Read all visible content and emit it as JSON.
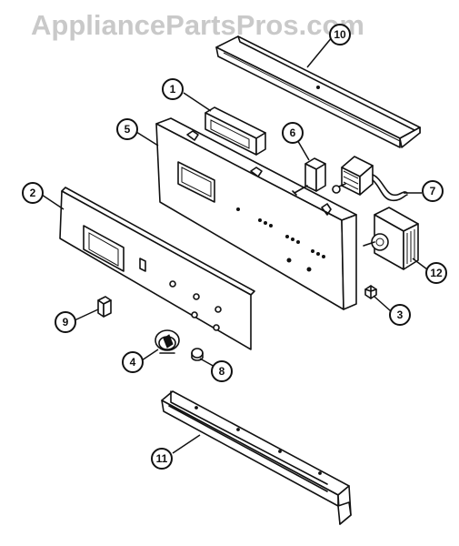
{
  "watermark": "AppliancePartsPros.com",
  "callouts": [
    {
      "id": "1",
      "label": "1"
    },
    {
      "id": "2",
      "label": "2"
    },
    {
      "id": "3",
      "label": "3"
    },
    {
      "id": "4",
      "label": "4"
    },
    {
      "id": "5",
      "label": "5"
    },
    {
      "id": "6",
      "label": "6"
    },
    {
      "id": "7",
      "label": "7"
    },
    {
      "id": "8",
      "label": "8"
    },
    {
      "id": "9",
      "label": "9"
    },
    {
      "id": "10",
      "label": "10"
    },
    {
      "id": "11",
      "label": "11"
    },
    {
      "id": "12",
      "label": "12"
    }
  ]
}
